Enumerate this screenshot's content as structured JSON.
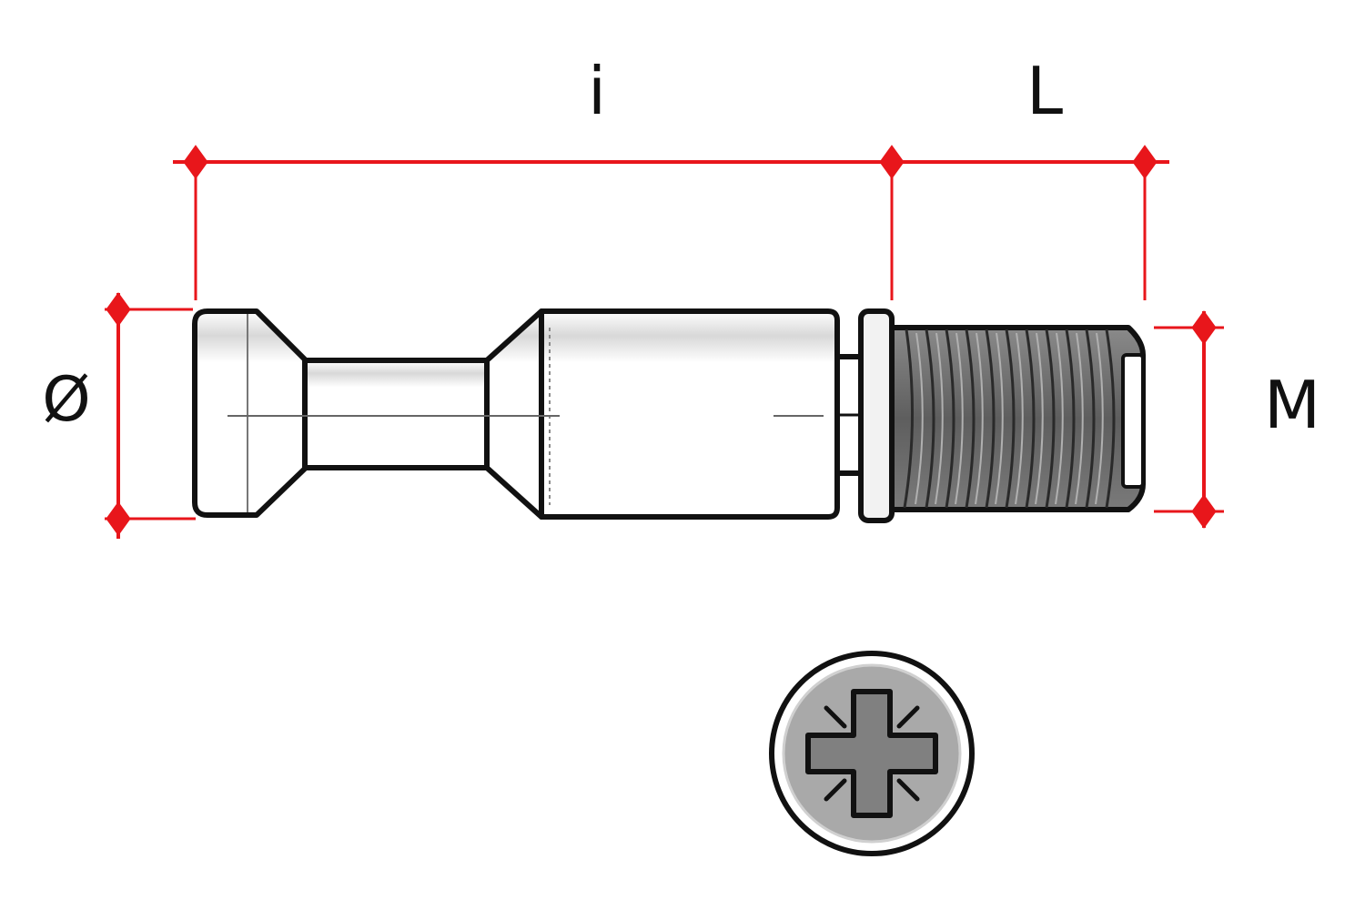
{
  "labels": {
    "overall_length": "i",
    "thread_length": "L",
    "head_diameter": "Ø",
    "thread_size": "M"
  },
  "colors": {
    "dimension_line": "#e8161b",
    "outline": "#111111",
    "body_fill": "#ffffff",
    "thread_fill": "#6d6d6d",
    "head_face_fill": "#a9a9a9",
    "recess_fill": "#808080"
  },
  "icons": {
    "bolt": "connector-bolt-side-view",
    "head": "pozidriv-head-end-view"
  }
}
